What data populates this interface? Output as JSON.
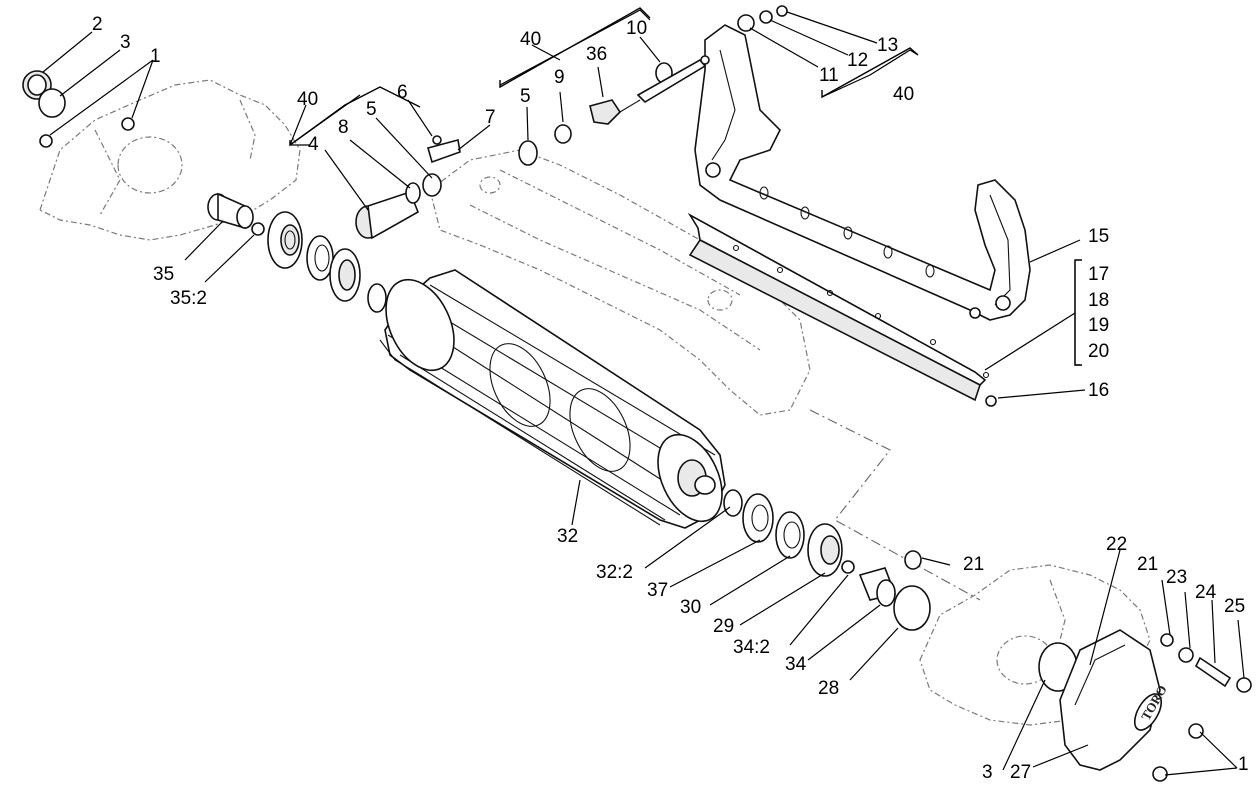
{
  "diagram": {
    "brand_label": "TORO",
    "callouts": [
      "2",
      "3",
      "1",
      "40",
      "6",
      "5",
      "8",
      "7",
      "4",
      "40",
      "10",
      "36",
      "9",
      "5",
      "13",
      "12",
      "11",
      "40",
      "15",
      "17",
      "18",
      "19",
      "20",
      "16",
      "35",
      "35:2",
      "32",
      "32:2",
      "37",
      "30",
      "29",
      "34:2",
      "34",
      "28",
      "21",
      "22",
      "21",
      "23",
      "24",
      "25",
      "3",
      "27",
      "1"
    ]
  }
}
